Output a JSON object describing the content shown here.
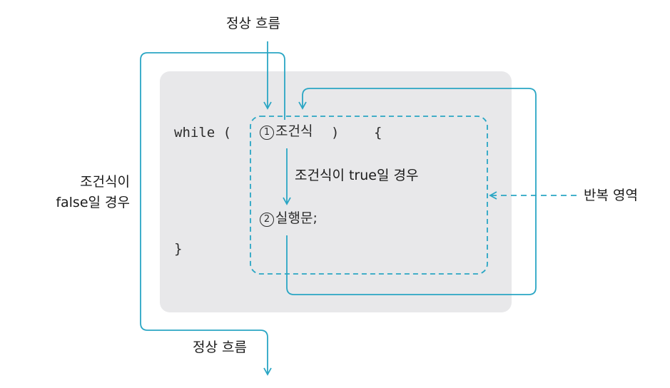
{
  "labels": {
    "normal_flow_top": "정상 흐름",
    "normal_flow_bottom": "정상 흐름",
    "false_case_line1": "조건식이",
    "false_case_line2": "false일 경우",
    "true_case": "조건식이 true일 경우",
    "repeat_area": "반복 영역"
  },
  "code": {
    "while_open": "while (",
    "step1_num": "1",
    "condition": "조건식",
    "paren_close": ")",
    "brace_open": "{",
    "step2_num": "2",
    "statement": "실행문;",
    "brace_close": "}"
  },
  "colors": {
    "arrow": "#2aa6c4",
    "code_box": "#e8e8ea",
    "text": "#1a1a1a"
  }
}
